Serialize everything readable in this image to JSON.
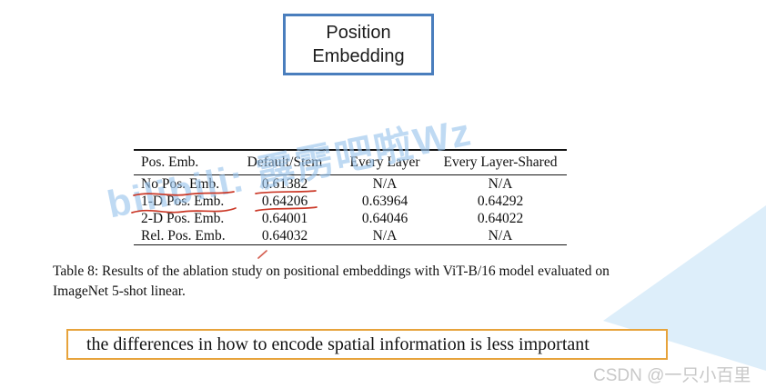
{
  "flowchart": {
    "box_label": "Position Embedding"
  },
  "table": {
    "columns": [
      "Pos. Emb.",
      "Default/Stem",
      "Every Layer",
      "Every Layer-Shared"
    ],
    "rows": [
      [
        "No Pos. Emb.",
        "0.61382",
        "N/A",
        "N/A"
      ],
      [
        "1-D Pos. Emb.",
        "0.64206",
        "0.63964",
        "0.64292"
      ],
      [
        "2-D Pos. Emb.",
        "0.64001",
        "0.64046",
        "0.64022"
      ],
      [
        "Rel. Pos. Emb.",
        "0.64032",
        "N/A",
        "N/A"
      ]
    ],
    "red_underlined_cells": [
      "No Pos. Emb.",
      "0.61382",
      "1-D Pos. Emb.",
      "0.64206"
    ]
  },
  "caption": "Table 8: Results of the ablation study on positional embeddings with ViT-B/16 model evaluated on ImageNet 5-shot linear.",
  "highlight": {
    "text": "the differences in how to encode spatial information is less important"
  },
  "watermarks": {
    "bilibili": "bilibili: 霹雳吧啦Wz",
    "csdn": "CSDN @一只小百里"
  },
  "colors": {
    "flow_box_border": "#4a7ebd",
    "highlight_border": "#e7a33b",
    "annotation_red": "#cb3928",
    "watermark_blue": "#97c4ec",
    "triangle_blue": "#ddeefa",
    "csdn_gray": "#c8c8c8"
  }
}
